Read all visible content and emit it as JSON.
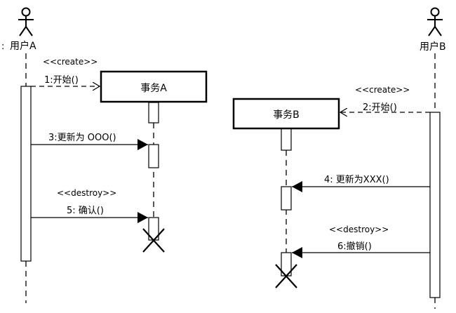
{
  "actors": [
    {
      "id": "userA",
      "label": "用户A",
      "prefix": ":"
    },
    {
      "id": "userB",
      "label": "用户B"
    }
  ],
  "objects": [
    {
      "id": "txA",
      "label": "事务A"
    },
    {
      "id": "txB",
      "label": "事务B"
    }
  ],
  "stereotypes": {
    "create_a": "<<create>>",
    "create_b": "<<create>>",
    "destroy_a": "<<destroy>>",
    "destroy_b": "<<destroy>>"
  },
  "messages": [
    {
      "id": "m1",
      "label": "1:开始()"
    },
    {
      "id": "m2",
      "label": "2:开始()"
    },
    {
      "id": "m3",
      "label": "3:更新为 OOO()"
    },
    {
      "id": "m4",
      "label": "4: 更新为XXX()"
    },
    {
      "id": "m5",
      "label": "5: 确认()"
    },
    {
      "id": "m6",
      "label": "6:撤销()"
    }
  ]
}
